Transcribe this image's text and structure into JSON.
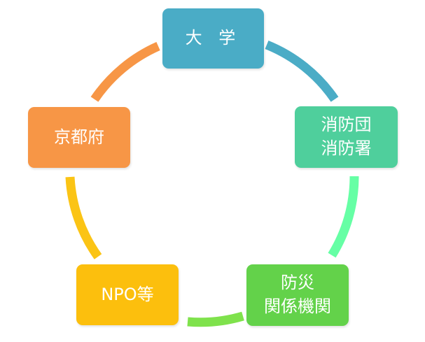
{
  "diagram": {
    "nodes": [
      {
        "id": "university",
        "lines": [
          "大 学"
        ],
        "color": "#4aacc6"
      },
      {
        "id": "fire",
        "lines": [
          "消防団",
          "消防署"
        ],
        "color": "#4fcf9c"
      },
      {
        "id": "disaster",
        "lines": [
          "防災",
          "関係機関"
        ],
        "color": "#63d24a"
      },
      {
        "id": "npo",
        "lines": [
          "NPO等"
        ],
        "color": "#fcbf0d"
      },
      {
        "id": "kyoto",
        "lines": [
          "京都府"
        ],
        "color": "#f79646"
      }
    ],
    "arc_colors": [
      "#4bacc6",
      "#66ffa5",
      "#7fe24c",
      "#fbc415",
      "#f79646"
    ]
  }
}
